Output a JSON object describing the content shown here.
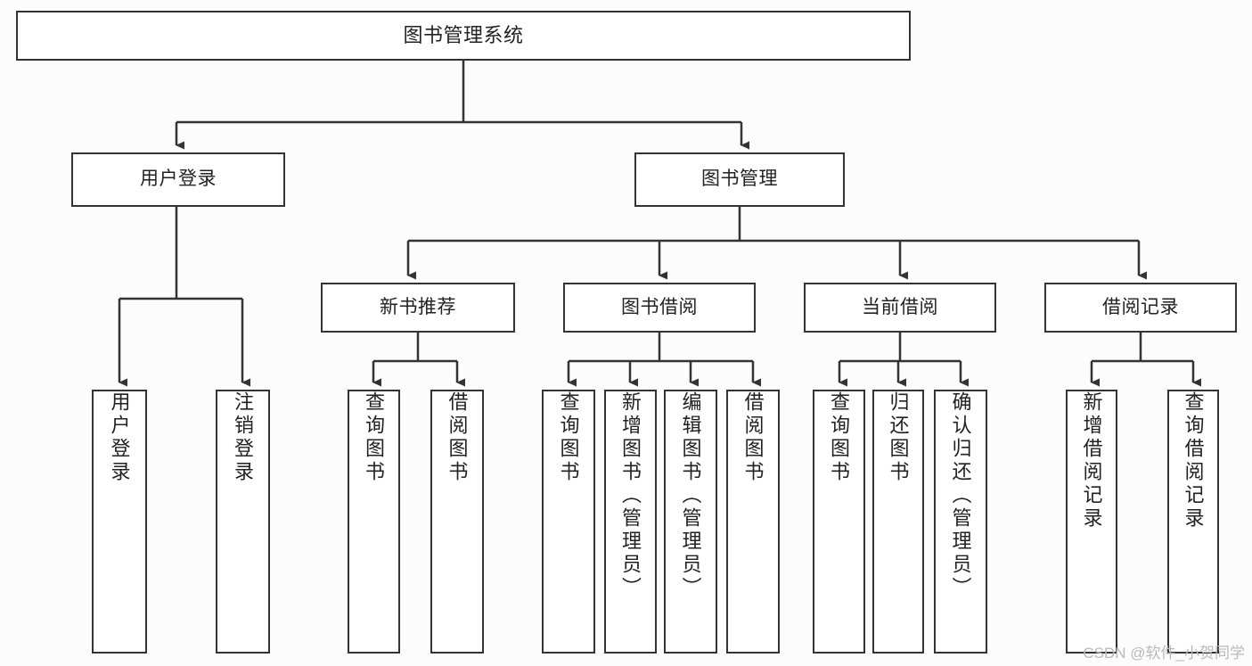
{
  "diagram": {
    "title": "图书管理系统",
    "type": "hierarchical-function-tree",
    "root": {
      "label": "图书管理系统"
    },
    "level1": [
      {
        "id": "user-login",
        "label": "用户登录"
      },
      {
        "id": "book-management",
        "label": "图书管理"
      }
    ],
    "level2": [
      {
        "id": "new-book-recommend",
        "label": "新书推荐",
        "parent": "book-management"
      },
      {
        "id": "book-borrow",
        "label": "图书借阅",
        "parent": "book-management"
      },
      {
        "id": "current-borrow",
        "label": "当前借阅",
        "parent": "book-management"
      },
      {
        "id": "borrow-record",
        "label": "借阅记录",
        "parent": "book-management"
      }
    ],
    "leaves": [
      {
        "id": "leaf-user-login",
        "label": "用户登录",
        "parent": "user-login"
      },
      {
        "id": "leaf-logout-login",
        "label": "注销登录",
        "parent": "user-login"
      },
      {
        "id": "leaf-query-book-1",
        "label": "查询图书",
        "parent": "new-book-recommend"
      },
      {
        "id": "leaf-borrow-book-1",
        "label": "借阅图书",
        "parent": "new-book-recommend"
      },
      {
        "id": "leaf-query-book-2",
        "label": "查询图书",
        "parent": "book-borrow"
      },
      {
        "id": "leaf-add-book",
        "label": "新增图书（管理员）",
        "parent": "book-borrow"
      },
      {
        "id": "leaf-edit-book",
        "label": "编辑图书（管理员）",
        "parent": "book-borrow"
      },
      {
        "id": "leaf-borrow-book-2",
        "label": "借阅图书",
        "parent": "book-borrow"
      },
      {
        "id": "leaf-query-book-3",
        "label": "查询图书",
        "parent": "current-borrow"
      },
      {
        "id": "leaf-return-book",
        "label": "归还图书",
        "parent": "current-borrow"
      },
      {
        "id": "leaf-confirm-return",
        "label": "确认归还（管理员）",
        "parent": "current-borrow"
      },
      {
        "id": "leaf-add-borrow-record",
        "label": "新增借阅记录",
        "parent": "borrow-record"
      },
      {
        "id": "leaf-query-borrow-record",
        "label": "查询借阅记录",
        "parent": "borrow-record"
      }
    ],
    "colors": {
      "stroke": "#333333",
      "box_fill": "#ffffff",
      "text": "#222222",
      "background": "#fcfcfc",
      "watermark": "#b9b9b9"
    }
  },
  "watermark": {
    "text": "CSDN @软件_小贺同学"
  }
}
